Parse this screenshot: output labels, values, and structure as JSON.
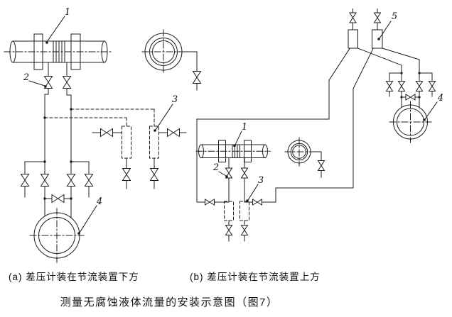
{
  "figure": {
    "title": "测量无腐蚀液体流量的安装示意图（图7）",
    "caption_a": "(a) 差压计装在节流装置下方",
    "caption_b": "(b) 差压计装在节流装置上方",
    "line_color": "#1c1c1c",
    "background": "#ffffff"
  },
  "diagram_a": {
    "description": "差压计装在节流装置下方",
    "callouts": {
      "orifice": "1",
      "tap_valve": "2",
      "condenser_pot": "3",
      "dp_gauge": "4"
    }
  },
  "diagram_b": {
    "description": "差压计装在节流装置上方",
    "callouts": {
      "orifice": "1",
      "tap_valve": "2",
      "condenser_pot": "3",
      "dp_gauge": "4",
      "gas_collector": "5"
    }
  }
}
